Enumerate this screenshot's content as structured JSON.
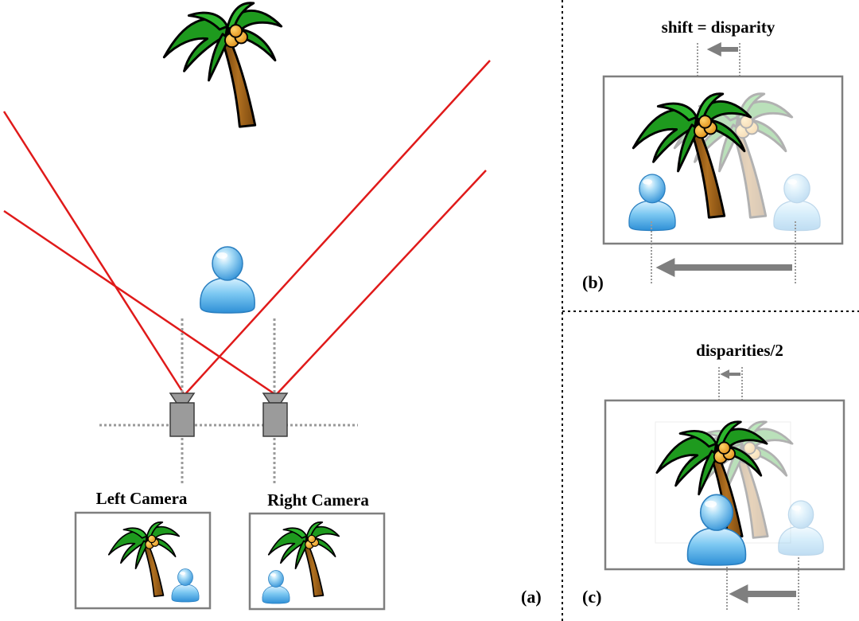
{
  "panel_a": {
    "panel_label": "(a)",
    "left_camera_label": "Left Camera",
    "right_camera_label": "Right Camera"
  },
  "panel_b": {
    "panel_label": "(b)",
    "shift_label": "shift = disparity"
  },
  "panel_c": {
    "panel_label": "(c)",
    "shift_label": "disparities/2"
  },
  "colors": {
    "ray": "#e01a1a",
    "camera_body": "#9b9b9b",
    "camera_outline": "#3c3c3c",
    "guide_line": "#9a9a9a",
    "frame_border": "#7f7f7f",
    "arrow": "#7f7f7f",
    "palm_leaf": "#1e9a1e",
    "palm_trunk": "#9a5a12",
    "coconut": "#f0a020",
    "person": "#5fb6ea",
    "divider": "#000000"
  },
  "icons": {
    "tree": "palm-tree-icon",
    "person": "person-icon",
    "camera": "camera-icon"
  }
}
